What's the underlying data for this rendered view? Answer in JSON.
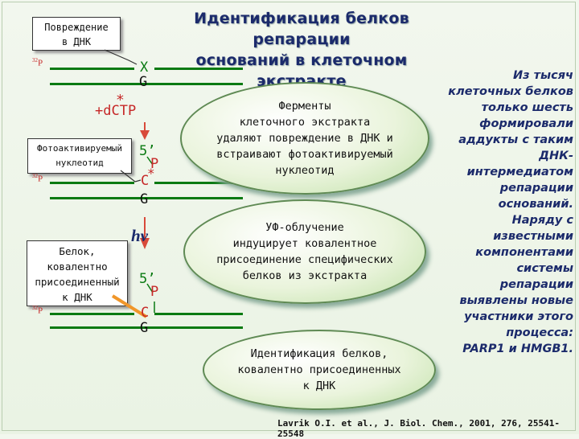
{
  "title": {
    "line1": "Идентификация белков репарации",
    "line2": "оснований в клеточном экстракте"
  },
  "callouts": {
    "damage": {
      "line1": "Повреждение",
      "line2": "в ДНК"
    },
    "photo": {
      "line1": "Фотоактивируемый",
      "line2": "нуклеотид"
    },
    "protein": {
      "line1": "Белок,",
      "line2": "ковалентно",
      "line3": "присоединенный",
      "line4": "к ДНК"
    }
  },
  "labels": {
    "p32": "P",
    "p32_mass": "32",
    "x": "X",
    "g": "G",
    "dctp": "+dCTP",
    "star": "*",
    "five_prime": "5’",
    "p": "P",
    "c": "C",
    "hv": "hν"
  },
  "ellipses": {
    "enzymes": [
      "Ферменты",
      "клеточного экстракта",
      "удаляют повреждение в ДНК и",
      "встраивают фотоактивируемый",
      "нуклеотид"
    ],
    "uv": [
      "УФ-облучение",
      "индуцирует ковалентное",
      "присоединение специфических",
      "белков из экстракта"
    ],
    "ident": [
      "Идентификация белков,",
      "ковалентно присоединенных",
      "к ДНК"
    ]
  },
  "right_text": [
    "Из тысяч",
    "клеточных белков",
    "только шесть",
    "формировали",
    "аддукты с таким",
    "ДНК-",
    "интермедиатом",
    "репарации",
    "оснований.",
    "Наряду с",
    "известными",
    "компонентами",
    "системы",
    "репарации",
    "выявлены новые",
    "участники этого",
    "процесса:",
    "PARP1 и HMGB1."
  ],
  "citation": "Lavrik O.I. et al., J. Biol. Chem., 2001, 276, 25541-25548",
  "colors": {
    "strand": "#0a7a12",
    "arrow": "#d84a3a",
    "tether": "#f0962a",
    "accent_red": "#c62828",
    "title": "#1b2a6b"
  }
}
